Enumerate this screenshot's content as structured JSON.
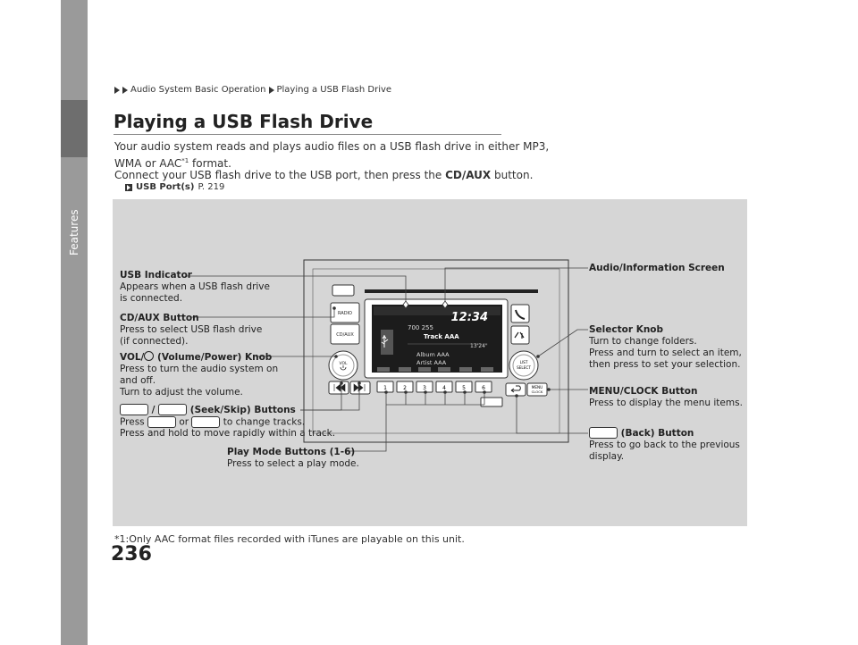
{
  "sidebar": {
    "label": "Features"
  },
  "page_number": "236",
  "breadcrumb": {
    "items": [
      "Audio System Basic Operation",
      "Playing a USB Flash Drive"
    ]
  },
  "title": "Playing a USB Flash Drive",
  "body": {
    "line1": "Your audio system reads and plays audio files on a USB flash drive in either MP3,",
    "line2_a": "WMA or AAC",
    "line2_sup": "*1",
    "line2_b": " format.",
    "line3_a": "Connect your USB flash drive to the USB port, then press the ",
    "line3_bold": "CD/AUX",
    "line3_b": " button."
  },
  "reference": {
    "label": "USB Port(s)",
    "page": "P. 219"
  },
  "callouts": {
    "usb_indicator": {
      "title": "USB Indicator",
      "desc1": "Appears when a USB flash drive",
      "desc2": "is connected."
    },
    "cd_aux": {
      "title": "CD/AUX Button",
      "desc1": "Press to select USB flash drive",
      "desc2": "(if connected)."
    },
    "vol": {
      "title_a": "VOL/",
      "title_b": " (Volume/Power) Knob",
      "desc1": "Press to turn the audio system on",
      "desc2": "and off.",
      "desc3": "Turn to adjust the volume."
    },
    "seek": {
      "title_sep": " / ",
      "title": " (Seek/Skip) Buttons",
      "desc_a": "Press ",
      "desc_or": " or ",
      "desc_b": " to change tracks.",
      "desc2": "Press and hold to move rapidly within a track."
    },
    "play_mode": {
      "title": "Play Mode Buttons (1-6)",
      "desc1": "Press to select a play mode."
    },
    "screen": {
      "title": "Audio/Information Screen"
    },
    "selector": {
      "title": "Selector Knob",
      "desc1": "Turn to change folders.",
      "desc2": "Press and turn to select an item,",
      "desc3": "then press to set your selection."
    },
    "menu": {
      "title": "MENU/CLOCK Button",
      "desc1": "Press to display the menu items."
    },
    "back": {
      "title": " (Back) Button",
      "desc1": "Press to go back to the previous",
      "desc2": "display."
    }
  },
  "unit": {
    "radio": "RADIO",
    "cd_aux": "CD/AUX",
    "vol": "VOL",
    "list_select_1": "LIST",
    "list_select_2": "SELECT",
    "menu_1": "MENU",
    "menu_2": "CLOCK",
    "presets": [
      "1",
      "2",
      "3",
      "4",
      "5",
      "6"
    ],
    "screen": {
      "clock": "12:34",
      "folder_track": "700  255",
      "track": "Track AAA",
      "time": "13'24\"",
      "album": "Album AAA",
      "artist": "Artist AAA"
    }
  },
  "footnote": "*1:Only AAC format files recorded with iTunes are playable on this unit."
}
